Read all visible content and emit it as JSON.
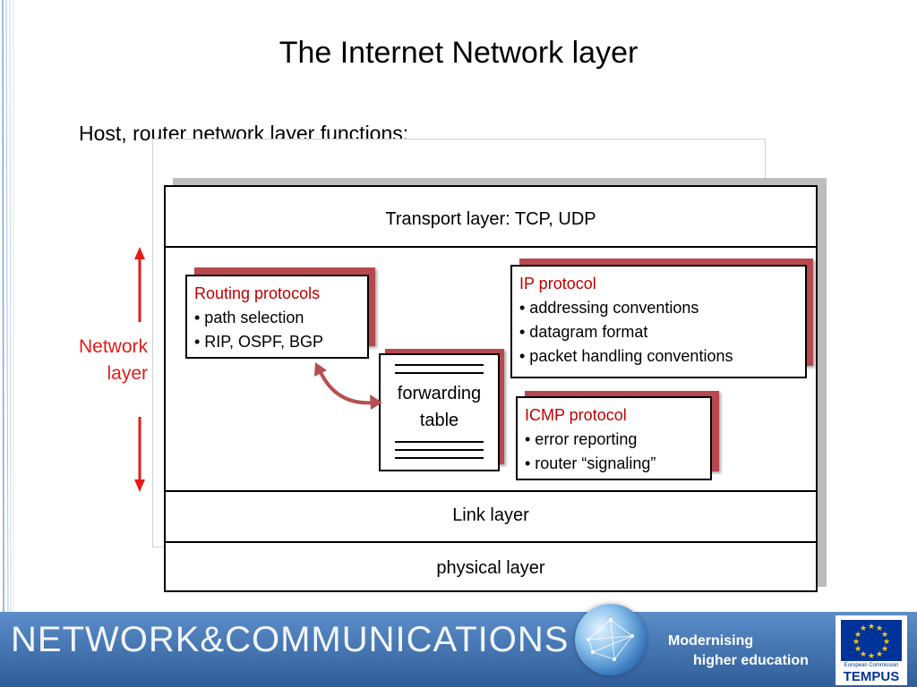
{
  "title": "The Internet Network layer",
  "subtitle": "Host, router network layer functions:",
  "layers": {
    "transport": "Transport layer: TCP, UDP",
    "link": "Link layer",
    "physical": "physical layer"
  },
  "network_label": [
    "Network",
    "layer"
  ],
  "routing": {
    "heading": "Routing protocols",
    "items": [
      "• path selection",
      "• RIP, OSPF, BGP"
    ]
  },
  "ip": {
    "heading": "IP protocol",
    "items": [
      "• addressing conventions",
      "• datagram format",
      "• packet handling conventions"
    ]
  },
  "icmp": {
    "heading": "ICMP protocol",
    "items": [
      "• error reporting",
      "• router “signaling”"
    ]
  },
  "forwarding": [
    "forwarding",
    "table"
  ],
  "footer": {
    "title": "NETWORK&COMMUNICATIONS",
    "tagline": [
      "Modernising",
      "higher education"
    ],
    "logo_top": "European Commission",
    "logo_name": "TEMPUS"
  },
  "colors": {
    "accent_red": "#e41b17",
    "heading_red": "#c00000",
    "box_shadow": "#b74850",
    "footer_blue": "#4a7fc0",
    "arrow": "#b5504f"
  }
}
